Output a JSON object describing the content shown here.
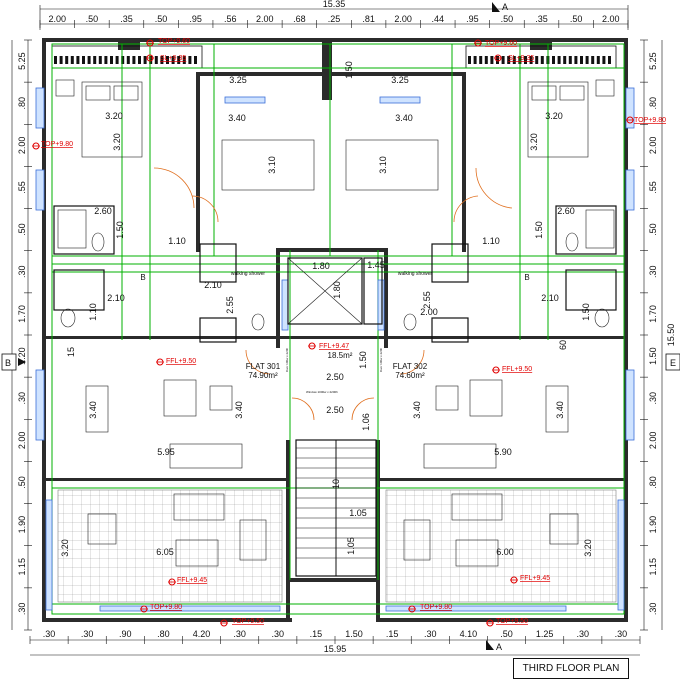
{
  "title": "THIRD FLOOR PLAN",
  "section_markers": {
    "a_top": "A",
    "a_bottom": "A",
    "b": "B",
    "e": "E"
  },
  "dims_top": {
    "total": "15.35",
    "segments": [
      "2.00",
      ".50",
      ".35",
      ".50",
      ".95",
      ".56",
      "2.00",
      ".68",
      ".25",
      ".81",
      "2.00",
      ".44",
      ".95",
      ".50",
      ".35",
      ".50",
      "2.00"
    ]
  },
  "dims_bottom": {
    "total": "15.95",
    "segments": [
      ".30",
      ".30",
      ".90",
      ".80",
      "4.20",
      ".30",
      ".30",
      ".15",
      "1.50",
      ".15",
      ".30",
      "4.10",
      ".50",
      "1.25",
      ".30",
      ".30"
    ]
  },
  "dims_left": [
    "5.25",
    ".80",
    "2.00",
    ".55",
    ".50",
    ".30",
    "1.70",
    "1.20",
    ".30",
    "2.00",
    ".50",
    "1.90",
    "1.15",
    ".30"
  ],
  "dims_right": [
    "5.25",
    ".80",
    "2.00",
    ".55",
    ".50",
    ".30",
    "1.70",
    "1.50",
    ".30",
    "2.00",
    ".80",
    "1.90",
    "1.15",
    ".30"
  ],
  "dims_right_total": "15.50",
  "rooms": {
    "bed_l_w": "3.20",
    "bed_l_h": "3.20",
    "bed_r_w": "3.20",
    "bed_r_h": "3.20",
    "bed_c_l_w": "3.40",
    "bed_c_l_h": "3.10",
    "bed_c_r_w": "3.40",
    "bed_c_r_h": "3.10",
    "top_l": "3.25",
    "top_r": "3.25",
    "top_c": "1.50",
    "bath_l": "2.60",
    "bath_r": "2.60",
    "bath_l_h": "1.50",
    "bath_r_h": "1.50",
    "hall_l": "1.10",
    "hall_r": "1.10",
    "hall_l2": "2.10",
    "hall_r2": "2.10",
    "lift": "1.80",
    "lift_h": "1.80",
    "lift_s": "1.45",
    "wc_l": "2.10",
    "wc_r": "2.00",
    "wc_l_h": "2.55",
    "wc_r_h": "2.55",
    "wc_l_v": "1.10",
    "wc_r_v": "1.50",
    "stairs_w": "2.50",
    "stairs_w2": "2.50",
    "stairs_h": "1.50",
    "stairs_v": "1.06",
    "stairs_m": "1.05",
    "stairs_m2": "1.05",
    "stairs_v2": "10",
    "living_l": "5.95",
    "living_r": "5.90",
    "living_l_v": "3.40",
    "living_r_v": "3.40",
    "dining_l_v": "3.40",
    "dining_r_v": "3.40",
    "terr_l": "6.05",
    "terr_r": "6.00",
    "terr_l_v": "3.20",
    "terr_r_v": "3.20",
    "k_l": "15",
    "k_r": "60",
    "k_r2": "B"
  },
  "flats": [
    {
      "name": "FLAT 301",
      "area": "74.90m²"
    },
    {
      "name": "FLAT 302",
      "area": "74.60m²"
    }
  ],
  "lobby_area": "18.5m²",
  "shower_l": "walking shower",
  "shower_r": "walking shower",
  "levels": {
    "top_l": "TOP+9.60",
    "top_r": "TOP+9.60",
    "sl_l": "SL+9.35",
    "sl_r": "SL+9.35",
    "top_side_l": "TOP+9.80",
    "top_side_r": "TOP+9.80",
    "ffl_l": "FFL+9.50",
    "ffl_r": "FFL+9.50",
    "ffl_c": "FFL+9.47",
    "ffl_tl": "FFL+9.45",
    "ffl_tr": "FFL+9.45",
    "top_bl": "TOP+9.80",
    "top_br": "TOP+9.80",
    "top_b2l": "TOP+9.50",
    "top_b2r": "TOP+9.50"
  },
  "notes": {
    "door_l": "Door 100w x 220h",
    "door_r": "Door 100w x 220h",
    "door_b": "Window 1000w x 2200h"
  }
}
